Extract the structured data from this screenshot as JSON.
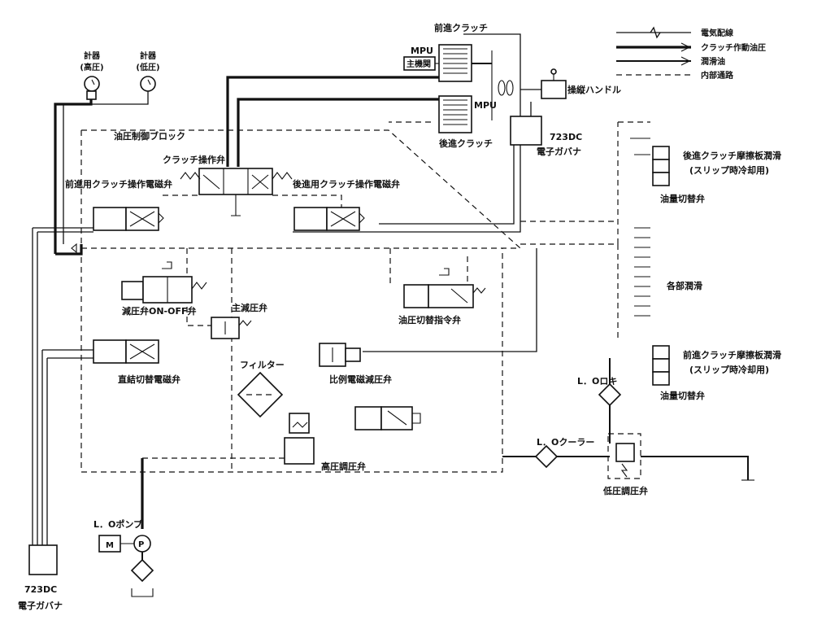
{
  "labels": {
    "gauge_high": "計器\n(高圧)",
    "gauge_low": "計器\n(低圧)",
    "fwd_clutch": "前進クラッチ",
    "mpu_top": "MPU",
    "main_engine": "主機関",
    "mpu_mid": "MPU",
    "rev_clutch": "後進クラッチ",
    "hydraulic_block": "油圧制御ブロック",
    "clutch_valve": "クラッチ操作弁",
    "fwd_solenoid": "前進用クラッチ操作電磁弁",
    "rev_solenoid": "後進用クラッチ操作電磁弁",
    "reducing_onoff": "減圧弁ON-OFF弁",
    "main_reducing": "主減圧弁",
    "pressure_switch": "油圧切替指令弁",
    "direct_solenoid": "直結切替電磁弁",
    "filter": "フィルター",
    "proportional": "比例電磁減圧弁",
    "high_pressure": "高圧調圧弁",
    "lo_pump": "L．Oポンプ",
    "motor": "M",
    "pump": "P",
    "governor_bottom_1": "723DC",
    "governor_bottom_2": "電子ガバナ",
    "governor_right_1": "723DC",
    "governor_right_2": "電子ガバナ",
    "handle": "操縦ハンドル",
    "rev_lube": "後進クラッチ摩擦板潤滑",
    "rev_lube_note": "(スリップ時冷却用)",
    "flow_switch_1": "油量切替弁",
    "lube_parts": "各部潤滑",
    "fwd_lube": "前進クラッチ摩擦板潤滑",
    "fwd_lube_note": "(スリップ時冷却用)",
    "flow_switch_2": "油量切替弁",
    "lo_strainer": "L．Oロキ",
    "lo_cooler": "L．Oクーラー",
    "low_pressure": "低圧調圧弁"
  },
  "legend": [
    {
      "style": "wire",
      "label": "電気配線"
    },
    {
      "style": "press",
      "label": "クラッチ作動油圧"
    },
    {
      "style": "lube",
      "label": "潤滑油"
    },
    {
      "style": "dash",
      "label": "内部通路"
    }
  ]
}
